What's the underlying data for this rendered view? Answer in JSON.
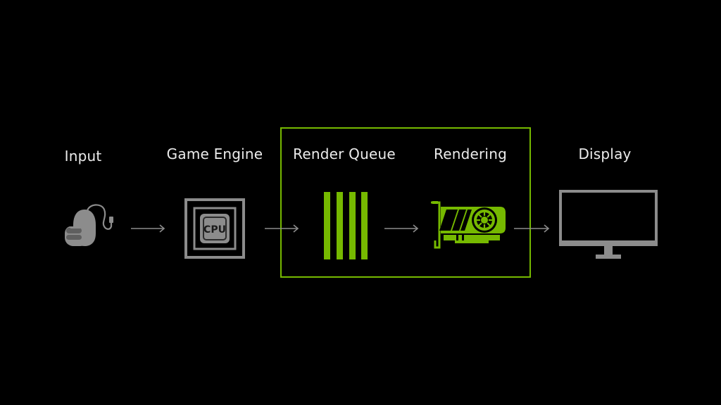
{
  "stages": {
    "input": {
      "label": "Input",
      "icon": "mouse-icon"
    },
    "game_engine": {
      "label": "Game Engine",
      "icon": "cpu-icon",
      "chip_text": "CPU"
    },
    "render_queue": {
      "label": "Render Queue",
      "icon": "render-queue-icon"
    },
    "rendering": {
      "label": "Rendering",
      "icon": "gpu-icon"
    },
    "display": {
      "label": "Display",
      "icon": "monitor-icon"
    }
  },
  "colors": {
    "background": "#000000",
    "accent": "#76b900",
    "icon_gray": "#8c8c8c",
    "text": "#ececec"
  }
}
